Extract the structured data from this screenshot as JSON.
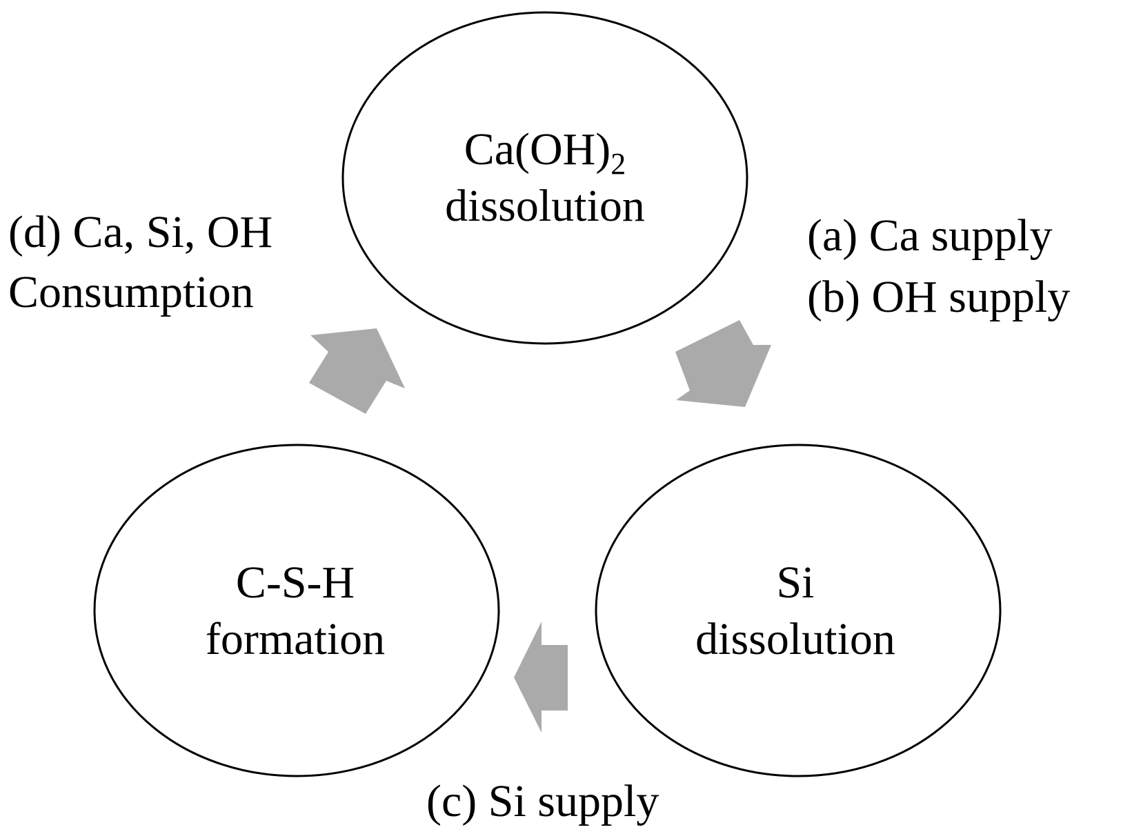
{
  "nodes": {
    "caoh2": {
      "line1_main": "Ca(OH)",
      "line1_sub": "2",
      "line2": "dissolution"
    },
    "si": {
      "line1": "Si",
      "line2": "dissolution"
    },
    "csh": {
      "line1": "C-S-H",
      "line2": "formation"
    }
  },
  "labels": {
    "a": "(a) Ca supply",
    "b": "(b) OH supply",
    "c": "(c) Si supply",
    "d_line1": "(d) Ca, Si, OH",
    "d_line2": "Consumption"
  },
  "colors": {
    "arrow": "#aaaaaa",
    "outline": "#000000",
    "background": "#ffffff"
  }
}
